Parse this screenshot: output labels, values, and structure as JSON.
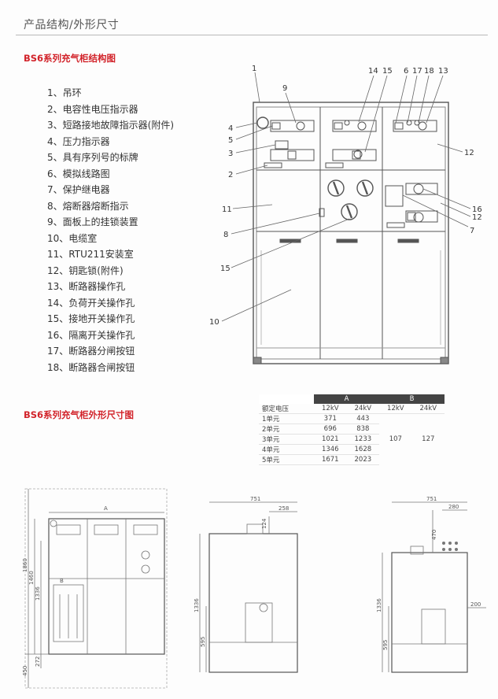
{
  "header": {
    "title": "产品结构/外形尺寸"
  },
  "sections": {
    "structure_title": "BS6系列充气柜结构图",
    "dimension_title": "BS6系列充气柜外形尺寸图"
  },
  "legend": [
    "1、吊环",
    "2、电容性电压指示器",
    "3、短路接地故障指示器(附件)",
    "4、压力指示器",
    "5、具有序列号的标牌",
    "6、模拟线路图",
    "7、保护继电器",
    "8、熔断器熔断指示",
    "9、面板上的挂锁装置",
    "10、电缆室",
    "11、RTU211安装室",
    "12、钥匙锁(附件)",
    "13、断路器操作孔",
    "14、负荷开关操作孔",
    "15、接地开关操作孔",
    "16、隔离开关操作孔",
    "17、断路器分闸按钮",
    "18、断路器合闸按钮"
  ],
  "callouts": {
    "c1": "1",
    "c9": "9",
    "c14": "14",
    "c15a": "15",
    "c6": "6",
    "c17": "17",
    "c18": "18",
    "c13": "13",
    "c4": "4",
    "c5": "5",
    "c3": "3",
    "c2": "2",
    "c11": "11",
    "c8": "8",
    "c15b": "15",
    "c10": "10",
    "c12a": "12",
    "c16": "16",
    "c12b": "12",
    "c7": "7"
  },
  "table": {
    "group_a": "A",
    "group_b": "B",
    "header_row": [
      "额定电压",
      "12kV",
      "24kV",
      "12kV",
      "24kV"
    ],
    "rows": [
      {
        "label": "1单元",
        "a12": "371",
        "a24": "443"
      },
      {
        "label": "2单元",
        "a12": "696",
        "a24": "838"
      },
      {
        "label": "3单元",
        "a12": "1021",
        "a24": "1233"
      },
      {
        "label": "4单元",
        "a12": "1346",
        "a24": "1628"
      },
      {
        "label": "5单元",
        "a12": "1671",
        "a24": "2023"
      }
    ],
    "b12": "107",
    "b24": "127"
  },
  "drawings": {
    "front": {
      "width_label": "A",
      "h1860": "1860",
      "h1460": "1460",
      "h1336": "1336",
      "h450": "450",
      "h272": "272",
      "breaker_label": "B"
    },
    "side1": {
      "w751": "751",
      "w258": "258",
      "h124": "124",
      "h1336": "1336",
      "h595": "595"
    },
    "side2": {
      "w751": "751",
      "w280": "280",
      "h470": "470",
      "w200": "200",
      "h1336": "1336",
      "h595": "595"
    }
  }
}
